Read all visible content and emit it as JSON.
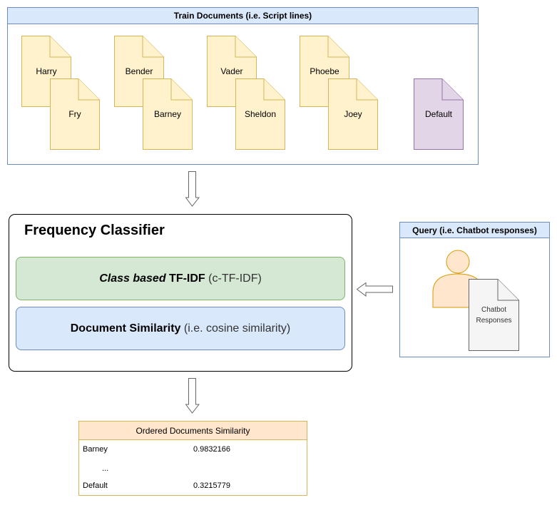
{
  "train": {
    "title": "Train Documents (i.e. Script lines)",
    "docs": [
      "Harry",
      "Fry",
      "Bender",
      "Barney",
      "Vader",
      "Sheldon",
      "Phoebe",
      "Joey",
      "Default"
    ]
  },
  "classifier": {
    "title": "Frequency Classifier",
    "tfidf_italic": "Class based",
    "tfidf_bold": "TF-IDF",
    "tfidf_rest": "(c-TF-IDF)",
    "sim_bold": "Document Similarity",
    "sim_rest": "(i.e. cosine similarity)"
  },
  "query": {
    "title": "Query (i.e. Chatbot responses)",
    "doc_line1": "Chatbot",
    "doc_line2": "Responses"
  },
  "results": {
    "title": "Ordered Documents Similarity",
    "rows": [
      {
        "name": "Barney",
        "value": "0.9832166"
      },
      {
        "name": "...",
        "value": ""
      },
      {
        "name": "Default",
        "value": "0.3215779"
      }
    ]
  },
  "colors": {
    "doc_fill": "#fff2cc",
    "doc_stroke": "#d6b656",
    "default_fill": "#e1d5e7",
    "default_stroke": "#9673a6",
    "query_doc_fill": "#f5f5f5",
    "query_doc_stroke": "#666666",
    "person_fill": "#ffe6cc",
    "person_stroke": "#d79b00"
  }
}
